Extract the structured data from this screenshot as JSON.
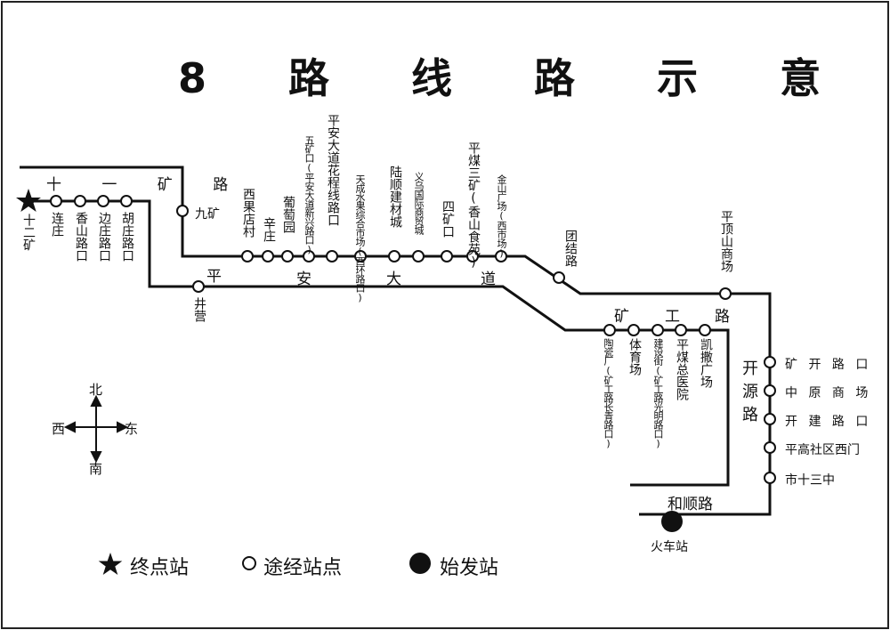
{
  "title": "8 路 线 路 示 意 图",
  "stations": {
    "shi_er_kuang": "十二矿",
    "lianzhuang": "连庄",
    "xiangshan": "香山路口",
    "bianzhuang": "边庄路口",
    "huzhuang": "胡庄路口",
    "jiukuang": "九矿",
    "xiguo": "西果店村",
    "xinzhuang": "辛庄",
    "putaoyuan": "葡萄园",
    "wukuang": "五矿口(平安大道新兴路口)",
    "huacheng": "平安大道花程线路口",
    "tiancheng": "天成水果综合市场(西环路口)",
    "lushun": "陆顺建材城",
    "yiwu": "义乌国际商贸城",
    "sikuang": "四矿口",
    "pingmei3": "平煤三矿(香山食苑)",
    "jinshan": "金山广场(西市场)",
    "tuanjie": "团结路",
    "jingying": "井营",
    "taoci": "陶瓷厂(矿工路长青路口)",
    "tiyuchang": "体育场",
    "jianshe": "建设街(矿工路光明路口)",
    "pingmei_yy": "平煤总医院",
    "kaisa": "凯撒广场",
    "pds": "平顶山商场",
    "kuangkai": "矿 开 路 口",
    "zhongyuan": "中 原 商 场",
    "kaijian": "开 建 路 口",
    "pinggao": "平高社区西门",
    "shi13": "市十三中",
    "huochezhan": "火车站"
  },
  "roads": {
    "r11": "十 一 矿 路",
    "pingandadao": [
      "平",
      "安",
      "大",
      "道"
    ],
    "kuanggong": [
      "矿",
      "工",
      "路"
    ],
    "kaiyuan": "开源路",
    "heshun": "和顺路"
  },
  "compass": {
    "north": "北",
    "south": "南",
    "west": "西",
    "east": "东"
  },
  "legend": {
    "terminal": "终点站",
    "via": "途经站点",
    "origin": "始发站"
  }
}
